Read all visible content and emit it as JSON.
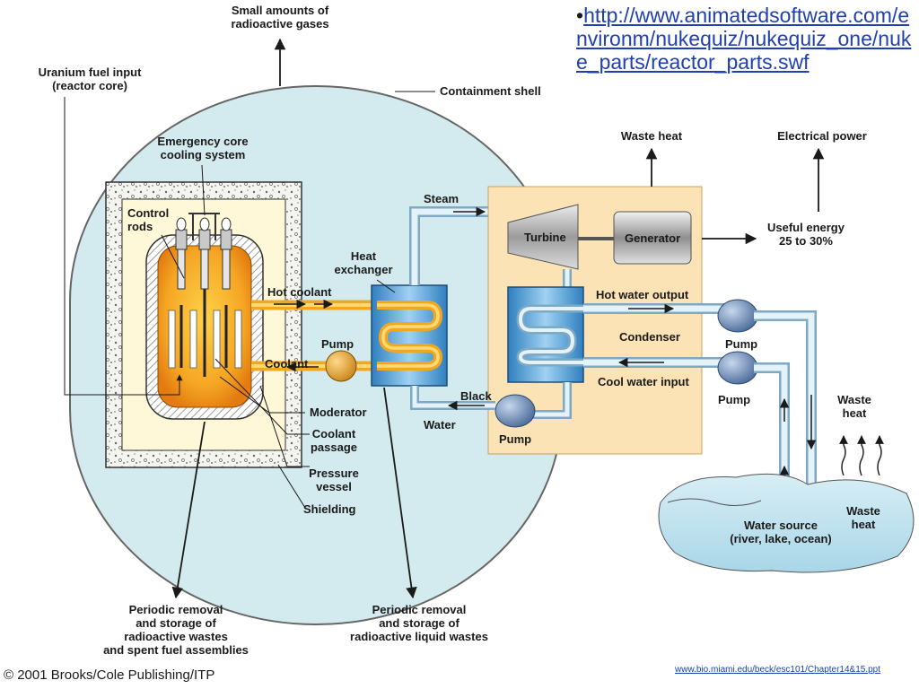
{
  "link": {
    "bullet": "•",
    "text": "http://www.animatedsoftware.com/environm/nukequiz/nukequiz_one/nuke_parts/reactor_parts.swf"
  },
  "labels": {
    "gases": [
      "Small amounts of",
      "radioactive gases"
    ],
    "fuel_input": [
      "Uranium fuel input",
      "(reactor core)"
    ],
    "containment": "Containment shell",
    "emergency": [
      "Emergency core",
      "cooling system"
    ],
    "control_rods": [
      "Control",
      "rods"
    ],
    "steam": "Steam",
    "heat_exchanger": [
      "Heat",
      "exchanger"
    ],
    "hot_coolant": "Hot coolant",
    "pump_reactor": "Pump",
    "coolant": "Coolant",
    "moderator": "Moderator",
    "coolant_passage": [
      "Coolant",
      "passage"
    ],
    "pressure_vessel": [
      "Pressure",
      "vessel"
    ],
    "shielding": "Shielding",
    "black": "Black",
    "water": "Water",
    "pump_lower": "Pump",
    "turbine": "Turbine",
    "generator": "Generator",
    "waste_heat_top": "Waste heat",
    "electrical_power": "Electrical power",
    "useful_energy": [
      "Useful energy",
      "25 to 30%"
    ],
    "hot_water_output": "Hot water output",
    "condenser": "Condenser",
    "cool_water_input": "Cool water input",
    "pump_right_1": "Pump",
    "pump_right_2": "Pump",
    "waste_heat_right": [
      "Waste",
      "heat"
    ],
    "waste_heat_lake": [
      "Waste",
      "heat"
    ],
    "water_source": [
      "Water source",
      "(river, lake, ocean)"
    ],
    "removal_solid": [
      "Periodic removal",
      "and storage of",
      "radioactive wastes",
      "and spent fuel assemblies"
    ],
    "removal_liquid": [
      "Periodic removal",
      "and storage of",
      "radioactive liquid wastes"
    ]
  },
  "footer": {
    "copyright": "© 2001 Brooks/Cole Publishing/ITP",
    "source_link": "www.bio.miami.edu/beck/esc101/Chapter14&15.ppt"
  }
}
